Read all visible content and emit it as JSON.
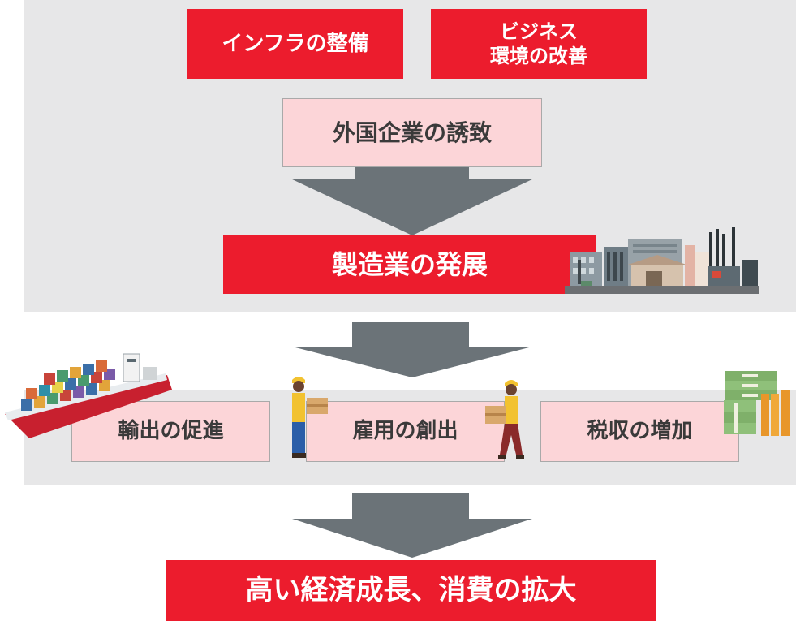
{
  "colors": {
    "red": "#ec1c2d",
    "pink": "#fcd5d8",
    "arrow": "#6b7378",
    "panel": "#e7e7e8"
  },
  "boxes": {
    "infrastructure": "インフラの整備",
    "business_line1": "ビジネス",
    "business_line2": "環境の改善",
    "foreign_investment": "外国企業の誘致",
    "manufacturing": "製造業の発展",
    "exports": "輸出の促進",
    "employment": "雇用の創出",
    "tax": "税収の増加",
    "result": "高い経済成長、消費の拡大"
  },
  "illustrations": {
    "factory": "factory-illustration",
    "ship": "container-ship-illustration",
    "worker": "worker-carrying-box-illustration",
    "money": "money-stack-illustration"
  }
}
